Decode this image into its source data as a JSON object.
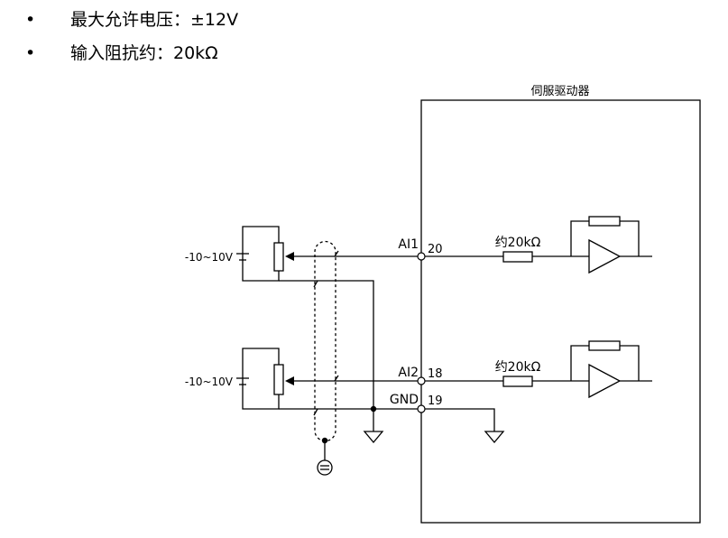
{
  "bullets": [
    {
      "dot": "•",
      "text": "最大允许电压：±12V"
    },
    {
      "dot": "•",
      "text": "输入阻抗约：20kΩ"
    }
  ],
  "diagram": {
    "box_title": "伺服驱动器",
    "source_label_1": "-10~10V",
    "source_label_2": "-10~10V",
    "ai1_label": "AI1",
    "ai1_pin": "20",
    "ai2_label": "AI2",
    "ai2_pin": "18",
    "gnd_label": "GND",
    "gnd_pin": "19",
    "resistor_label_1": "约20kΩ",
    "resistor_label_2": "约20kΩ"
  }
}
